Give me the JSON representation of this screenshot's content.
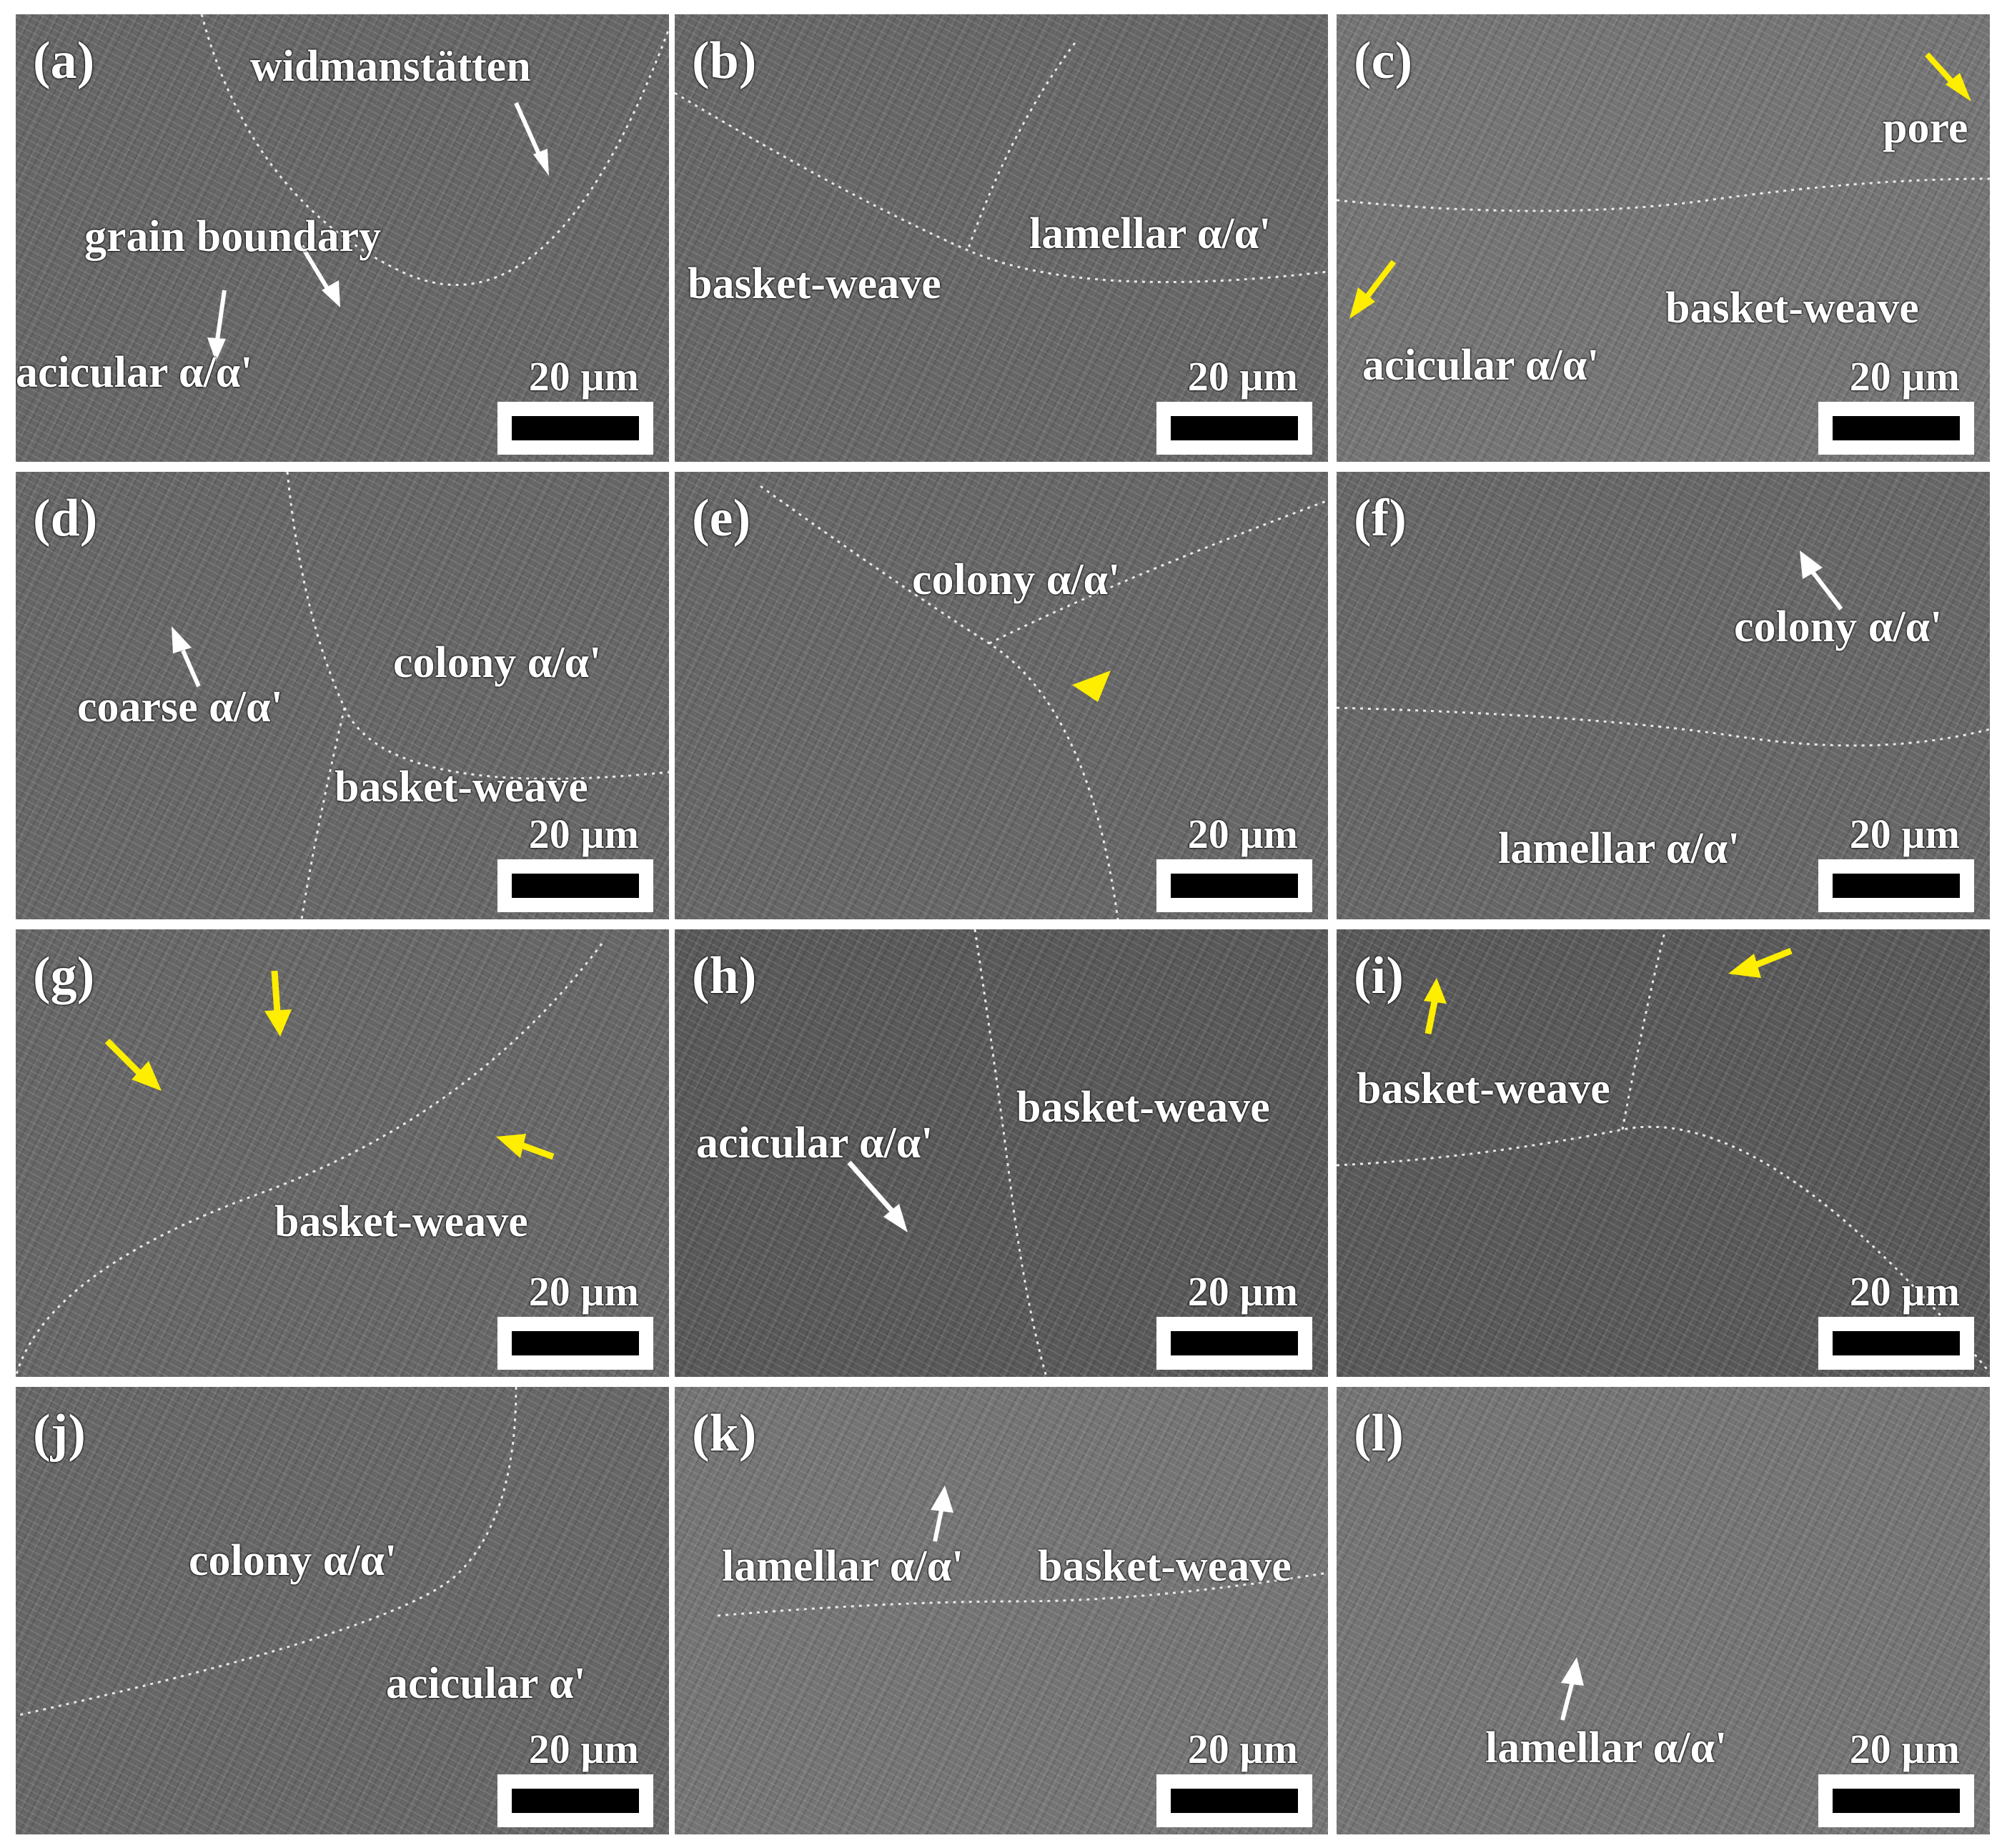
{
  "colors": {
    "annotation_text": "#ffffff",
    "arrow_white": "#ffffff",
    "arrow_yellow": "#ffee00",
    "scalebar_bg": "#ffffff",
    "scalebar_bar": "#000000"
  },
  "icons": {
    "white_arrow": "white-arrow-icon",
    "yellow_arrow": "yellow-arrow-icon",
    "scale_bar": "scale-bar-icon"
  },
  "scale_text": "20 µm",
  "panels": [
    {
      "label": "(a)",
      "annotations": [
        "widmanstätten",
        "grain boundary",
        "acicular α/α'"
      ]
    },
    {
      "label": "(b)",
      "annotations": [
        "lamellar α/α'",
        "basket-weave"
      ]
    },
    {
      "label": "(c)",
      "annotations": [
        "pore",
        "basket-weave",
        "acicular α/α'"
      ]
    },
    {
      "label": "(d)",
      "annotations": [
        "colony α/α'",
        "coarse α/α'",
        "basket-weave"
      ]
    },
    {
      "label": "(e)",
      "annotations": [
        "colony α/α'"
      ]
    },
    {
      "label": "(f)",
      "annotations": [
        "colony α/α'",
        "lamellar α/α'"
      ]
    },
    {
      "label": "(g)",
      "annotations": [
        "basket-weave"
      ]
    },
    {
      "label": "(h)",
      "annotations": [
        "basket-weave",
        "acicular α/α'"
      ]
    },
    {
      "label": "(i)",
      "annotations": [
        "basket-weave"
      ]
    },
    {
      "label": "(j)",
      "annotations": [
        "colony α/α'",
        "acicular α'"
      ]
    },
    {
      "label": "(k)",
      "annotations": [
        "lamellar α/α'",
        "basket-weave"
      ]
    },
    {
      "label": "(l)",
      "annotations": [
        "lamellar α/α'"
      ]
    }
  ]
}
